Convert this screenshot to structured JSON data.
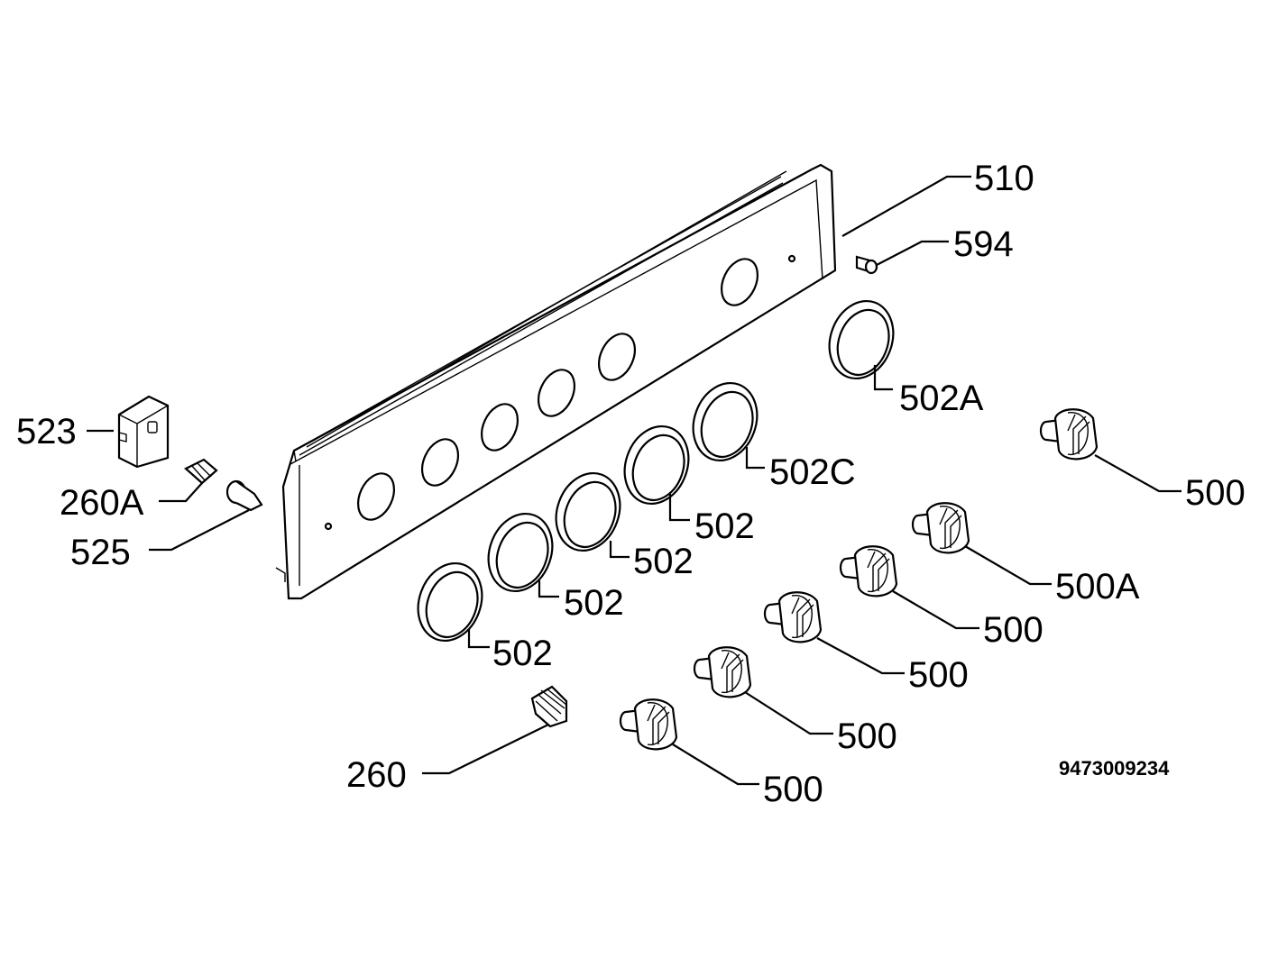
{
  "diagram": {
    "drawing_number": "9473009234",
    "labels": {
      "l510": "510",
      "l594": "594",
      "l502A": "502A",
      "l502C": "502C",
      "l502_1": "502",
      "l502_2": "502",
      "l502_3": "502",
      "l502_4": "502",
      "l500_1": "500",
      "l500A": "500A",
      "l500_2": "500",
      "l500_3": "500",
      "l500_4": "500",
      "l500_5": "500",
      "l523": "523",
      "l260A": "260A",
      "l525": "525",
      "l260": "260"
    }
  }
}
